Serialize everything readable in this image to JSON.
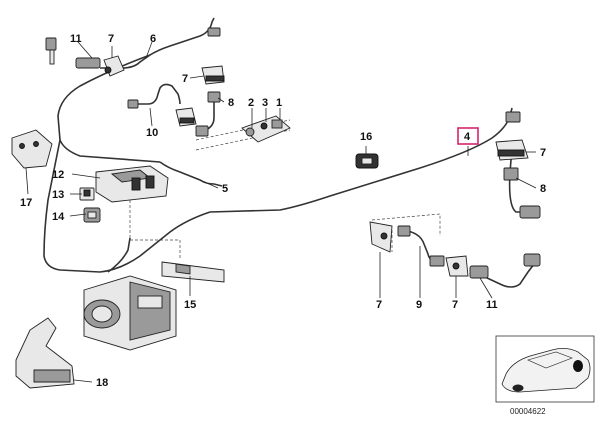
{
  "diagram": {
    "callouts": [
      "1",
      "2",
      "3",
      "4",
      "5",
      "6",
      "7",
      "8",
      "9",
      "10",
      "11",
      "12",
      "13",
      "14",
      "15",
      "16",
      "17",
      "18"
    ],
    "labels": {
      "p11_top": "11",
      "p7_top": "7",
      "p6": "6",
      "p7_mid": "7",
      "p8_mid": "8",
      "p10": "10",
      "p2": "2",
      "p3": "3",
      "p1": "1",
      "p12": "12",
      "p13": "13",
      "p14": "14",
      "p17": "17",
      "p5": "5",
      "p16": "16",
      "p4": "4",
      "p7_right": "7",
      "p8_right": "8",
      "p15": "15",
      "p7_bl": "7",
      "p9": "9",
      "p7_bm": "7",
      "p11_bottom": "11",
      "p18": "18"
    },
    "selected_callout": "4",
    "highlight_color": "#d6246e",
    "diagram_number": "00004622"
  }
}
